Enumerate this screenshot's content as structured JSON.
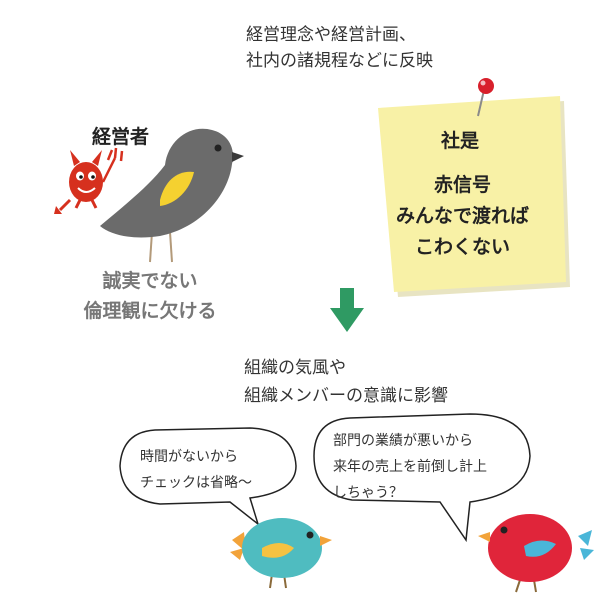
{
  "top_note": {
    "line1": "経営理念や経営計画、",
    "line2": "社内の諸規程などに反映"
  },
  "management": {
    "label": "経営者",
    "caption_line1": "誠実でない",
    "caption_line2": "倫理観に欠ける"
  },
  "sticky_note": {
    "title": "社是",
    "line1": "赤信号",
    "line2": "みんなで渡れば",
    "line3": "こわくない"
  },
  "influence": {
    "line1": "組織の気風や",
    "line2": "組織メンバーの意識に影響"
  },
  "bubble_left": {
    "line1": "時間がないから",
    "line2": "チェックは省略〜"
  },
  "bubble_right": {
    "line1": "部門の業績が悪いから",
    "line2": "来年の売上を前倒し計上",
    "line3": "しちゃう？"
  },
  "icons": [
    "grey-bird-icon",
    "devil-icon",
    "push-pin-icon",
    "down-arrow-icon",
    "teal-bird-icon",
    "red-bird-icon"
  ],
  "colors": {
    "grey_bird": "#6b6b6b",
    "bird_wing_yellow": "#f5d130",
    "sticky_note": "#f8f1a6",
    "arrow_green": "#2f9a63",
    "devil_red": "#d6301e",
    "teal_bird": "#4fbcc0",
    "red_bird": "#e0253a"
  }
}
